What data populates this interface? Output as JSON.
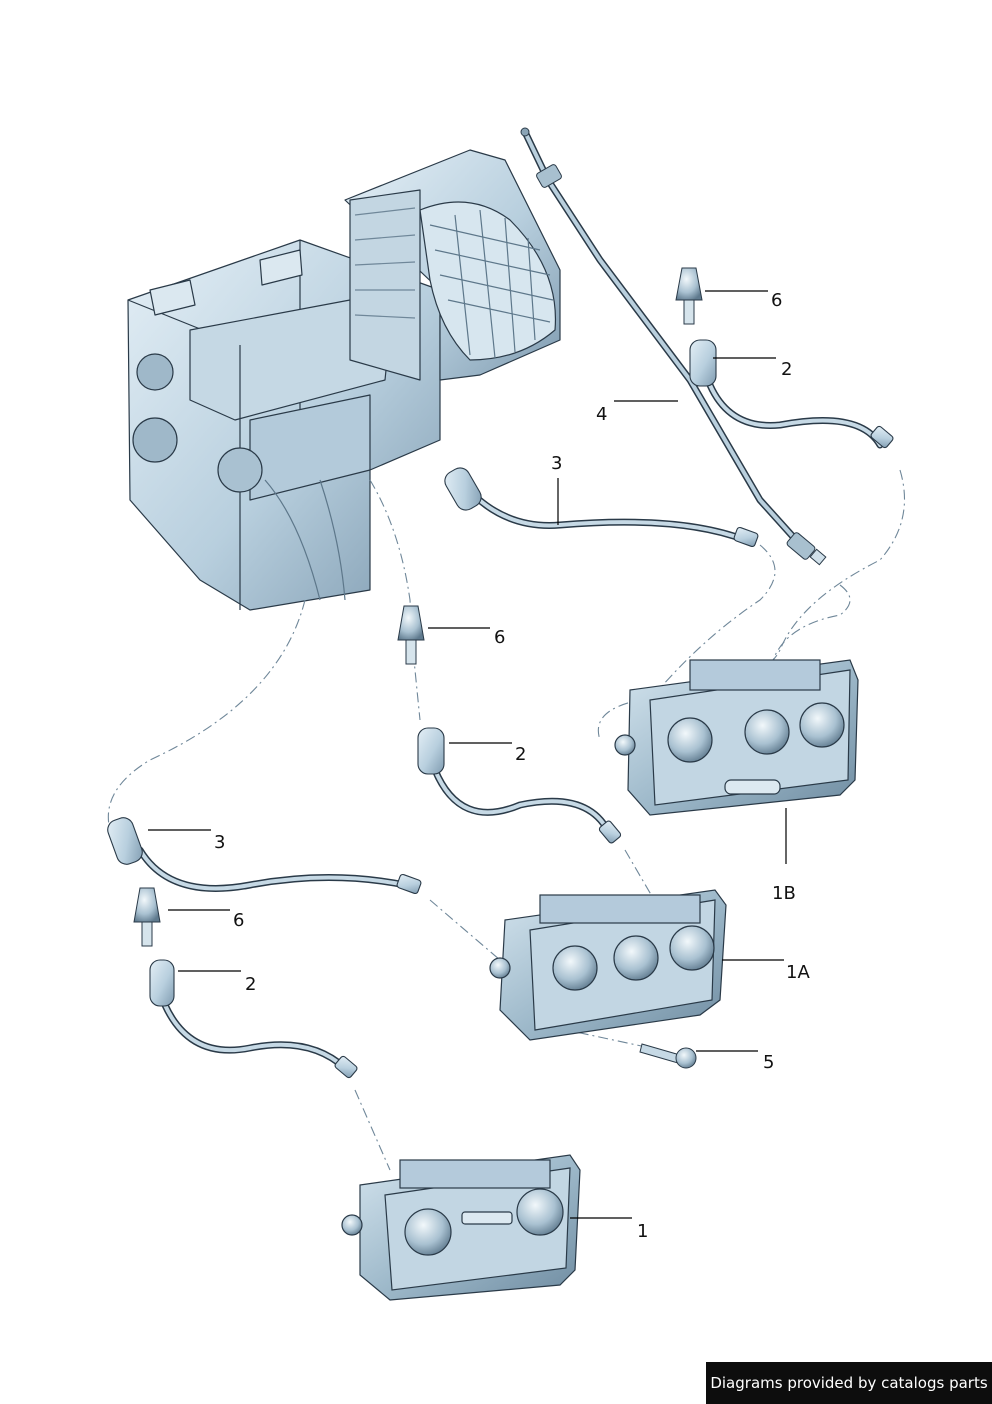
{
  "diagram": {
    "callouts": [
      {
        "id": "c6a",
        "label": "6"
      },
      {
        "id": "c2a",
        "label": "2"
      },
      {
        "id": "c4",
        "label": "4"
      },
      {
        "id": "c3a",
        "label": "3"
      },
      {
        "id": "c6b",
        "label": "6"
      },
      {
        "id": "c2b",
        "label": "2"
      },
      {
        "id": "c3b",
        "label": "3"
      },
      {
        "id": "c6c",
        "label": "6"
      },
      {
        "id": "c2c",
        "label": "2"
      },
      {
        "id": "c1b",
        "label": "1B"
      },
      {
        "id": "c1a",
        "label": "1A"
      },
      {
        "id": "c5",
        "label": "5"
      },
      {
        "id": "c1",
        "label": "1"
      }
    ]
  },
  "footer": {
    "text": "Diagrams provided by catalogs parts"
  },
  "colors": {
    "part_fill": "#c9dce8",
    "part_dark": "#7b98ac",
    "line": "#2a3a48",
    "leader": "#000000",
    "dash": "#6f8799"
  }
}
